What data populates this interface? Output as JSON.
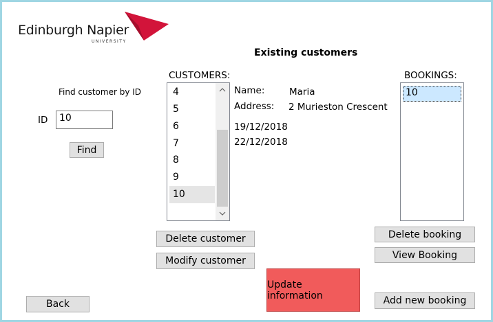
{
  "header": {
    "logo_text": "Edinburgh Napier",
    "logo_sub": "UNIVERSITY",
    "title": "Existing customers"
  },
  "find": {
    "label": "Find customer by ID",
    "id_label": "ID",
    "id_value": "10",
    "find_button": "Find"
  },
  "customers": {
    "label": "CUSTOMERS:",
    "items": [
      "4",
      "5",
      "6",
      "7",
      "8",
      "9",
      "10"
    ],
    "selected": "10"
  },
  "details": {
    "name_label": "Name:",
    "name_value": "Maria",
    "address_label": "Address:",
    "address_value": "2 Murieston Crescent",
    "date1": "19/12/2018",
    "date2": "22/12/2018"
  },
  "bookings": {
    "label": "BOOKINGS:",
    "items": [
      "10"
    ]
  },
  "buttons": {
    "delete_customer": "Delete customer",
    "modify_customer": "Modify customer",
    "delete_booking": "Delete booking",
    "view_booking": "View Booking",
    "update_information": "Update information",
    "add_new_booking": "Add new booking",
    "back": "Back"
  },
  "colors": {
    "frame": "#9fd6e3",
    "logo_red": "#d2143a",
    "update_bg": "#f15b5b",
    "selected_bg": "#cce8ff"
  }
}
